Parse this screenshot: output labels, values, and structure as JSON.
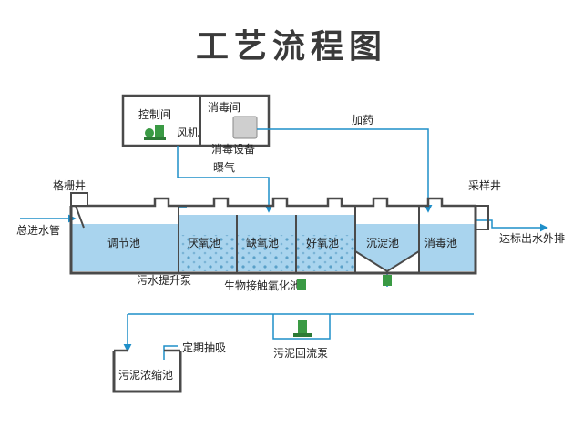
{
  "title": "工艺流程图",
  "labels": {
    "control_room": "控制间",
    "blower": "风机",
    "disinfection_room": "消毒间",
    "disinfection_equipment": "消毒设备",
    "dosing": "加药",
    "aeration": "曝气",
    "grille_well": "格栅井",
    "inlet_pipe": "总进水管",
    "sampling_well": "采样井",
    "outlet": "达标出水外排",
    "regulating_tank": "调节池",
    "anaerobic_tank": "厌氧池",
    "anoxic_tank": "缺氧池",
    "aerobic_tank": "好氧池",
    "settling_tank": "沉淀池",
    "disinfection_tank": "消毒池",
    "sewage_lift_pump": "污水提升泵",
    "biocontact_oxidation": "生物接触氧化池",
    "periodic_suction": "定期抽吸",
    "sludge_return_pump": "污泥回流泵",
    "sludge_thickener": "污泥浓缩池"
  },
  "colors": {
    "water": "#a9d4ee",
    "pipe": "#1f8fc9",
    "wall": "#4a4a4a",
    "pump": "#3a9a44",
    "equipment": "#cfcfcf"
  }
}
